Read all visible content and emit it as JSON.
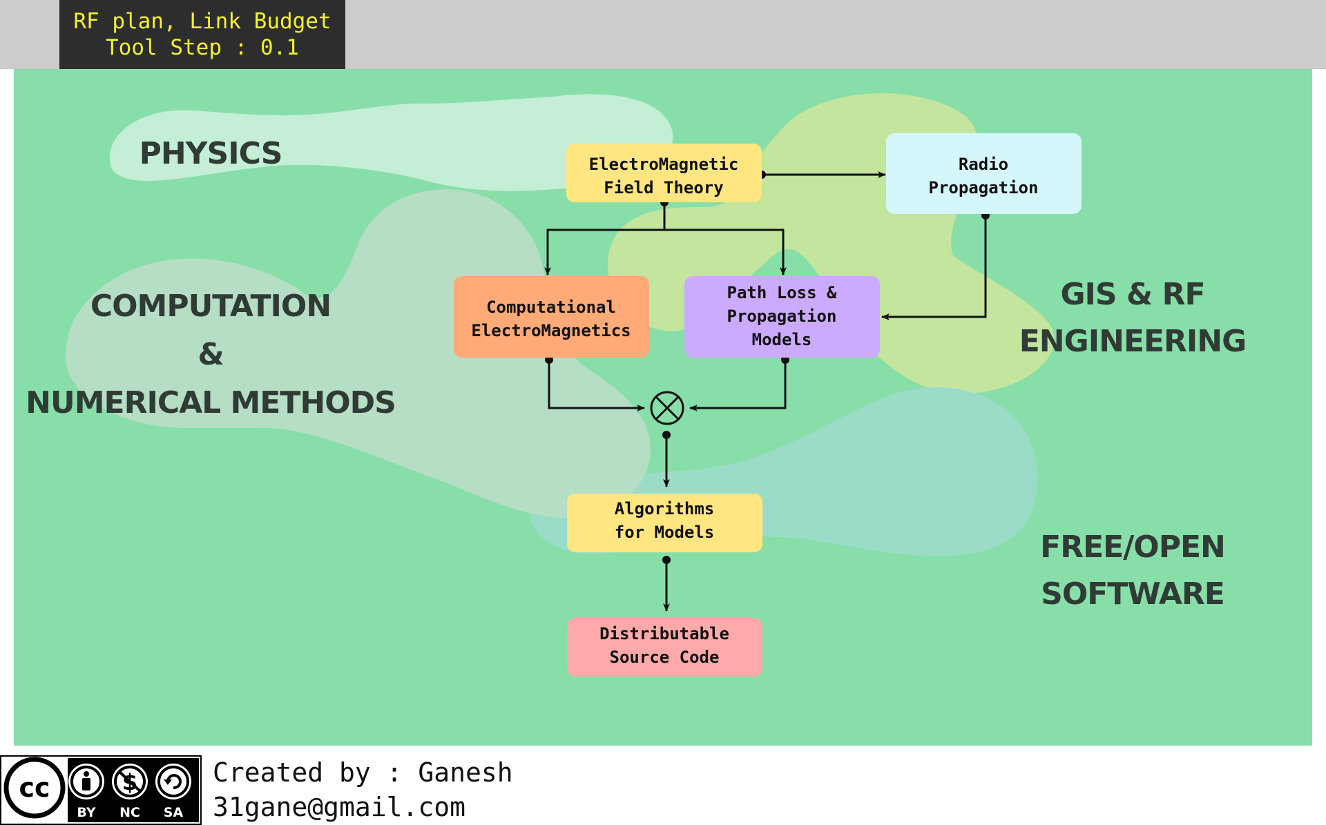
{
  "header": {
    "title_line1": "RF plan, Link Budget",
    "title_line2": "Tool Step : 0.1"
  },
  "regions": {
    "physics": {
      "label": "PHYSICS"
    },
    "computation": {
      "line1": "COMPUTATION",
      "line2": "&",
      "line3": "NUMERICAL METHODS"
    },
    "gis_rf": {
      "line1": "GIS & RF",
      "line2": "ENGINEERING"
    },
    "free_open": {
      "line1": "FREE/OPEN",
      "line2": "SOFTWARE"
    }
  },
  "nodes": {
    "em_field_theory": {
      "line1": "ElectroMagnetic",
      "line2": "Field Theory",
      "color": "#ffe680"
    },
    "radio_propagation": {
      "line1": "Radio",
      "line2": "Propagation",
      "color": "#d5f6fb"
    },
    "computational_em": {
      "line1": "Computational",
      "line2": "ElectroMagnetics",
      "color": "#ffaa77"
    },
    "path_loss_models": {
      "line1": "Path Loss &",
      "line2": "Propagation",
      "line3": "Models",
      "color": "#ccaaff"
    },
    "algorithms": {
      "line1": "Algorithms",
      "line2": "for Models",
      "color": "#ffe680"
    },
    "source_code": {
      "line1": "Distributable",
      "line2": "Source Code",
      "color": "#ffaaaa"
    }
  },
  "colors": {
    "background": "#88dea9",
    "physics_region": "#c4eed6",
    "computation_region": "#b5dec5",
    "gis_region": "#c4e59d",
    "software_region": "#9bdcc8"
  },
  "footer": {
    "license_by": "BY",
    "license_nc": "NC",
    "license_sa": "SA",
    "created_by": "Created by : Ganesh",
    "email": "31gane@gmail.com"
  }
}
